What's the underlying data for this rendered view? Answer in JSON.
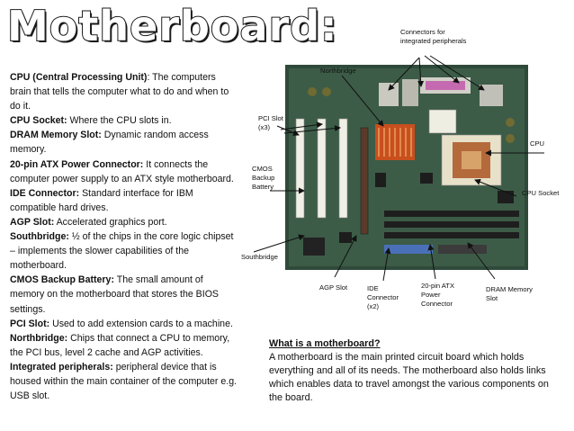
{
  "title": "Motherboard:",
  "definitions": [
    {
      "term": "CPU (Central Processing Unit)",
      "sep": ": ",
      "text": "The computers brain that tells the computer what to do and when to do it."
    },
    {
      "term": "CPU Socket:",
      "sep": " ",
      "text": "Where the CPU slots in."
    },
    {
      "term": "DRAM Memory Slot:",
      "sep": " ",
      "text": "Dynamic random access memory."
    },
    {
      "term": "20-pin ATX Power Connector:",
      "sep": " ",
      "text": "It connects the computer power supply to an ATX style motherboard."
    },
    {
      "term": "IDE Connector:",
      "sep": " ",
      "text": "Standard interface for IBM compatible hard drives."
    },
    {
      "term": "AGP Slot:",
      "sep": " ",
      "text": "Accelerated graphics port."
    },
    {
      "term": "Southbridge:",
      "sep": " ",
      "text": "½ of the chips in the core logic chipset – implements the slower capabilities of the motherboard."
    },
    {
      "term": "CMOS Backup Battery:",
      "sep": " ",
      "text": "The small amount of memory on the motherboard that stores the BIOS settings."
    },
    {
      "term": "PCI Slot:",
      "sep": " ",
      "text": "Used to add extension cards to a machine."
    },
    {
      "term": "Northbridge:",
      "sep": " ",
      "text": "Chips that connect a CPU to memory, the PCI bus, level 2 cache and AGP activities."
    },
    {
      "term": "Integrated peripherals:",
      "sep": " ",
      "text": "peripheral device that is housed within the main container of the computer e.g. USB slot."
    }
  ],
  "callouts": {
    "connectors": "Connectors for integrated peripherals",
    "northbridge": "Northbridge",
    "pci": "PCI Slot (x3)",
    "cpu": "CPU",
    "cmos": "CMOS Backup Battery",
    "cpu_socket": "CPU Socket",
    "southbridge": "Southbridge",
    "agp": "AGP Slot",
    "ide": "IDE Connector (x2)",
    "atx": "20-pin ATX Power Connector",
    "dram": "DRAM Memory Slot"
  },
  "question": {
    "heading": "What is a motherboard?",
    "body": "A motherboard is the main printed circuit board which holds everything and all of its needs. The motherboard also holds links which enables data to travel amongst the various components on the board."
  }
}
